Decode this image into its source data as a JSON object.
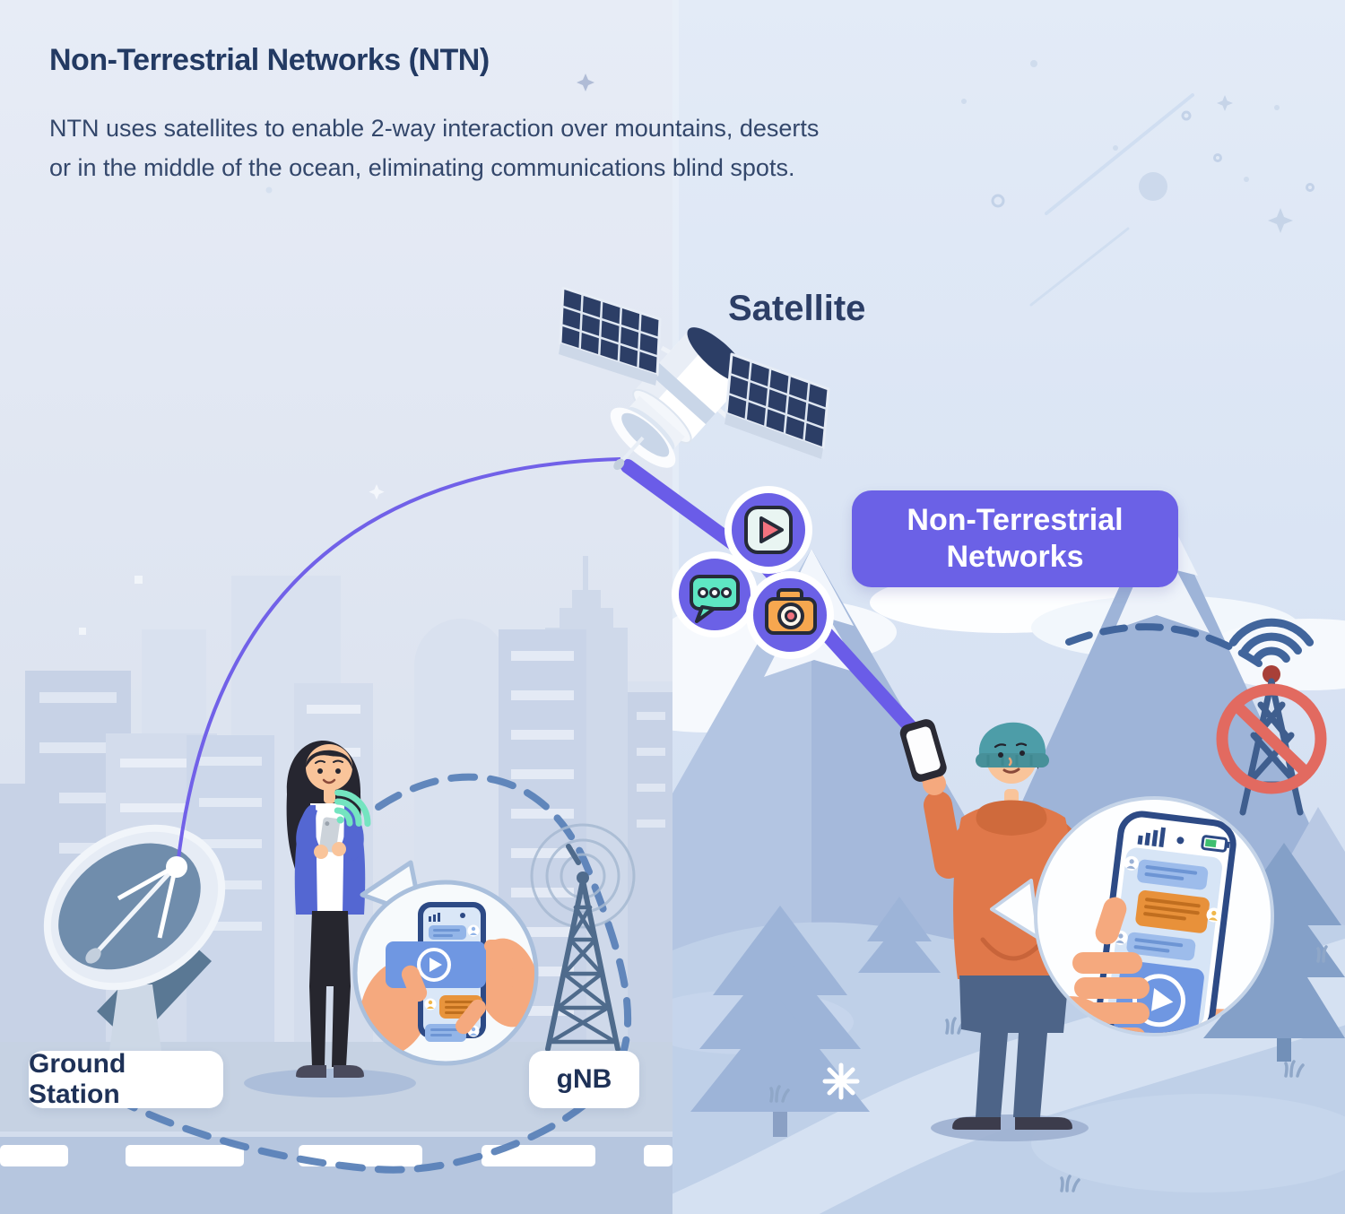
{
  "header": {
    "title": "Non-Terrestrial Networks (NTN)",
    "description_line1": "NTN uses satellites to enable 2-way interaction over mountains, deserts",
    "description_line2": "or in the middle of the ocean, eliminating communications blind spots."
  },
  "labels": {
    "satellite": "Satellite",
    "ground_station": "Ground Station",
    "gnb": "gNB"
  },
  "ntn_badge": {
    "line1": "Non-Terrestrial",
    "line2": "Networks"
  },
  "icons": [
    {
      "name": "video-play-icon"
    },
    {
      "name": "chat-bubble-icon"
    },
    {
      "name": "camera-icon"
    }
  ],
  "colors": {
    "title_text": "#233a63",
    "body_text": "#33476b",
    "accent_purple": "#6b61e6",
    "link_purple": "#6a5ce8",
    "dashed_blue": "#5b82b8",
    "badge_text": "#ffffff",
    "label_bg": "#ffffff",
    "label_text": "#1e3157",
    "no_signal_red": "#e26a60",
    "wifi_teal": "#74e4c0"
  }
}
